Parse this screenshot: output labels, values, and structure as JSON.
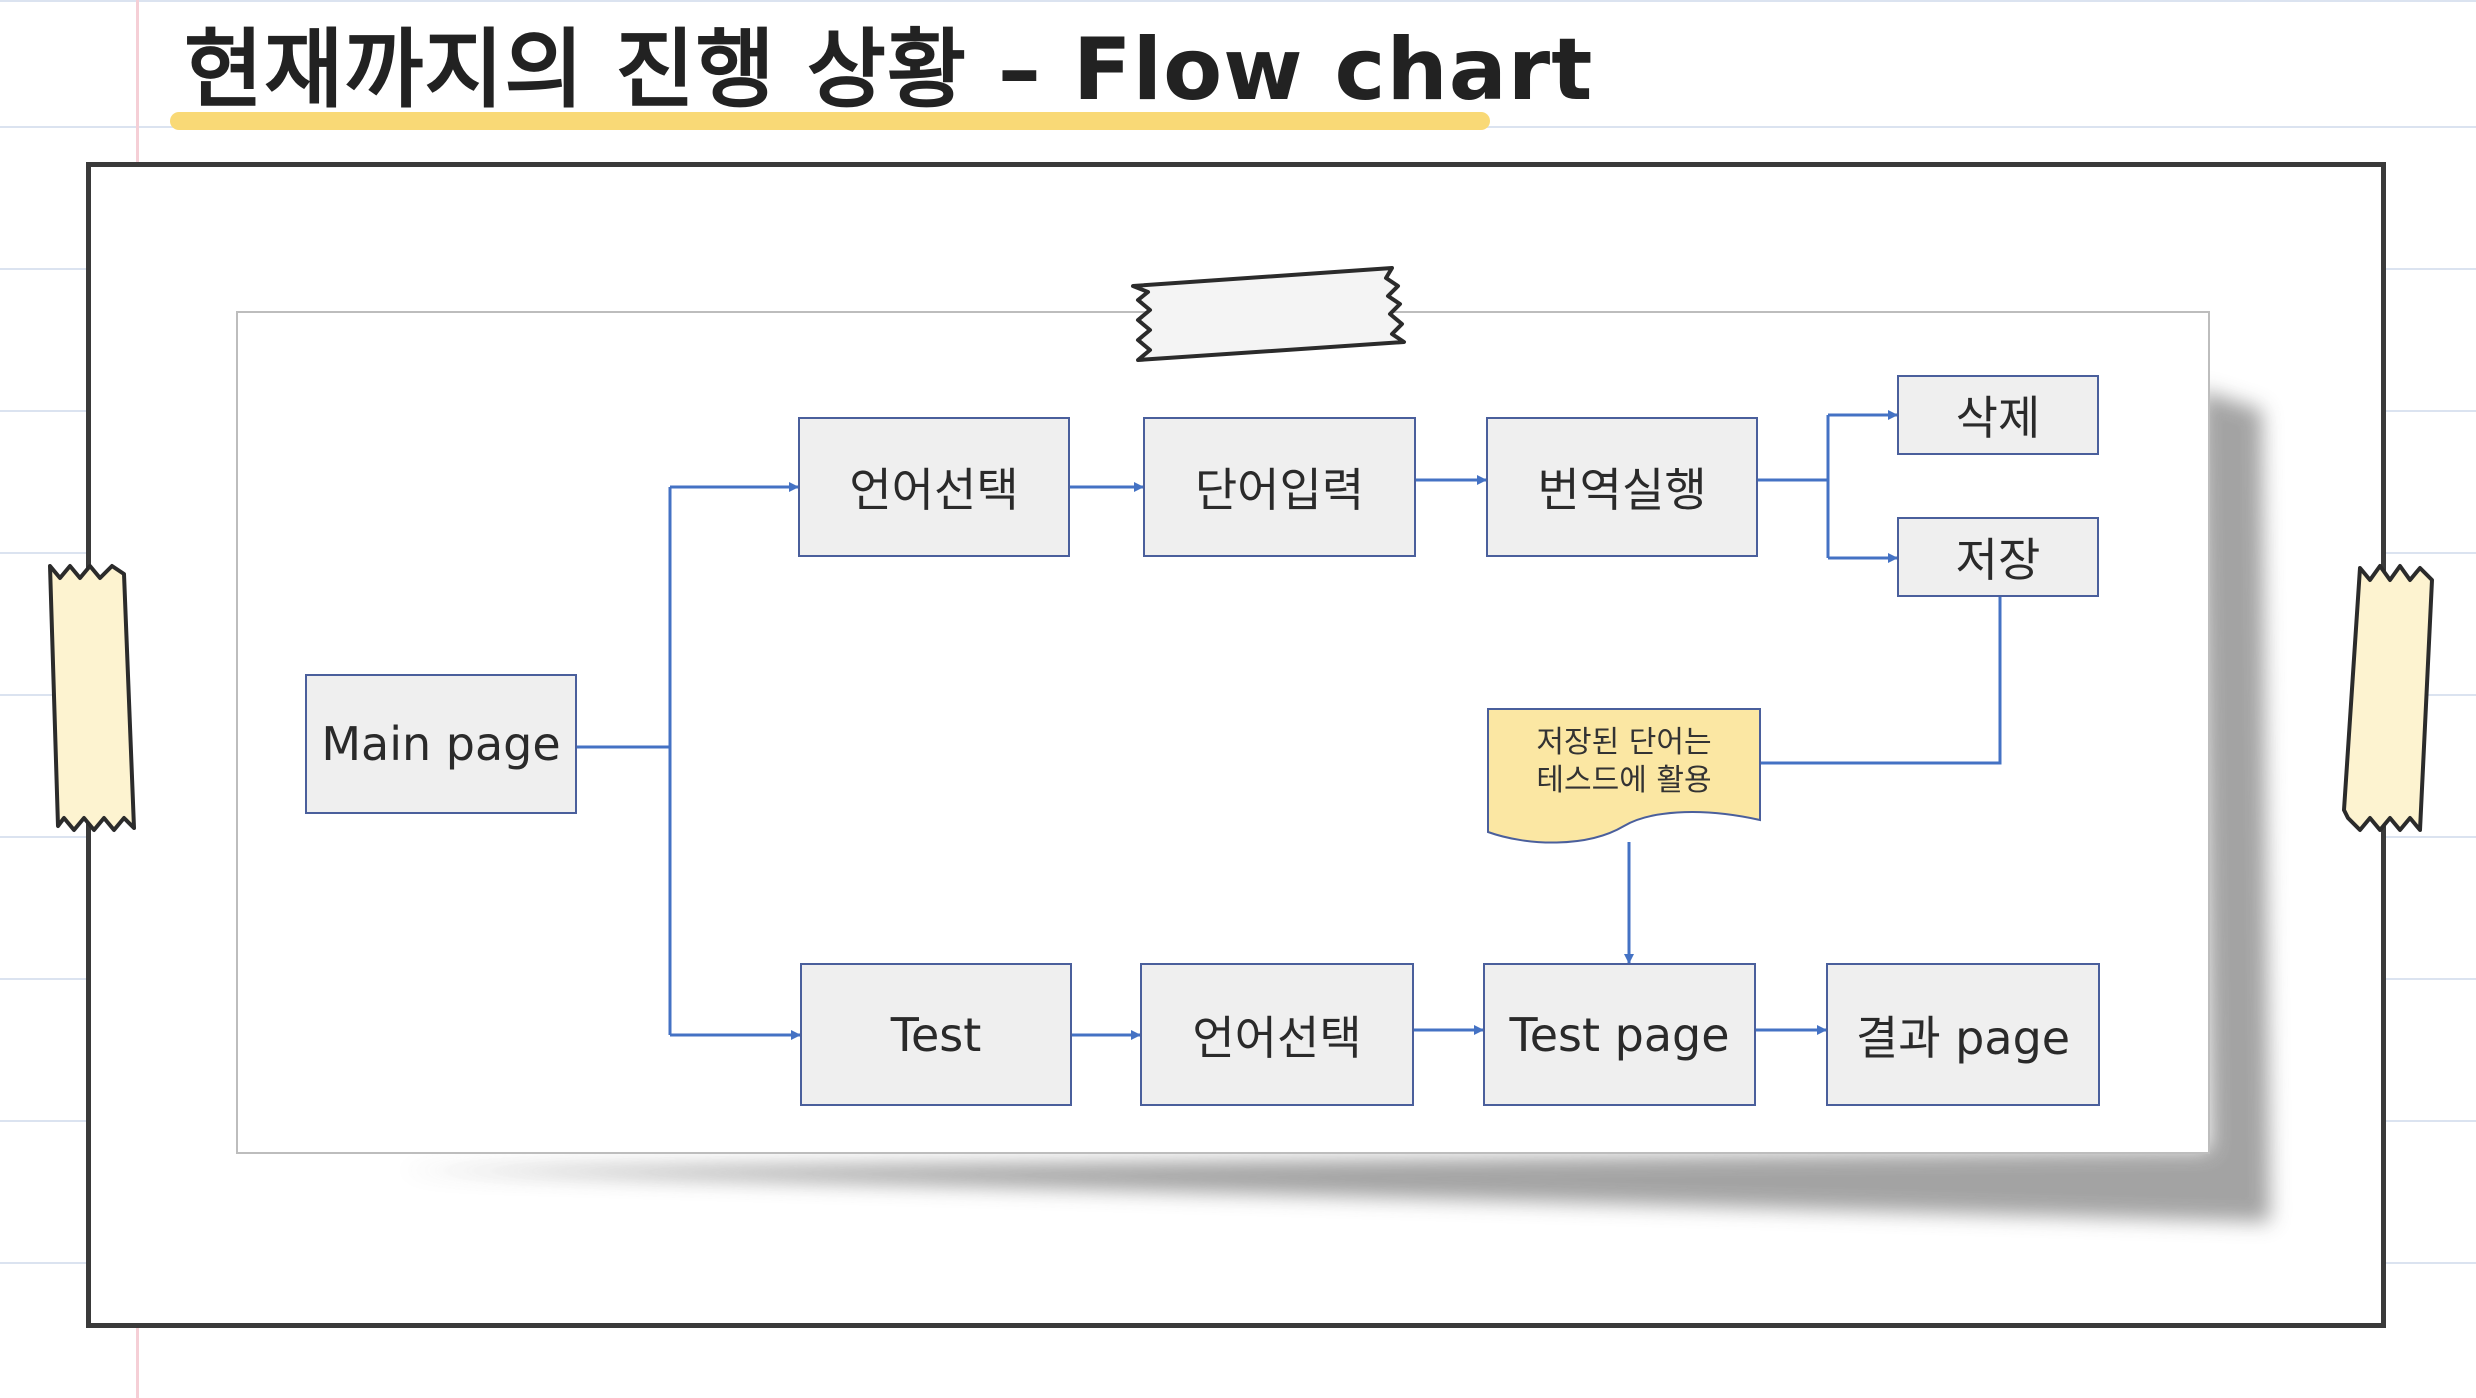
{
  "title": "현재까지의 진행 상황 – Flow chart",
  "flowchart": {
    "nodes": {
      "main_page": "Main page",
      "lang_select_top": "언어선택",
      "word_input": "단어입력",
      "translate_run": "번역실행",
      "delete": "삭제",
      "save": "저장",
      "test": "Test",
      "lang_select_bottom": "언어선택",
      "test_page": "Test page",
      "result_page": "결과 page"
    },
    "note": {
      "line1": "저장된 단어는",
      "line2": "테스드에 활용"
    }
  },
  "colors": {
    "connector": "#4472c4",
    "box_fill": "#efefef",
    "box_border": "#4a5f9c",
    "note_fill": "#fbe7a3",
    "highlight": "#f9d976",
    "tape": "#fdf3d0"
  }
}
